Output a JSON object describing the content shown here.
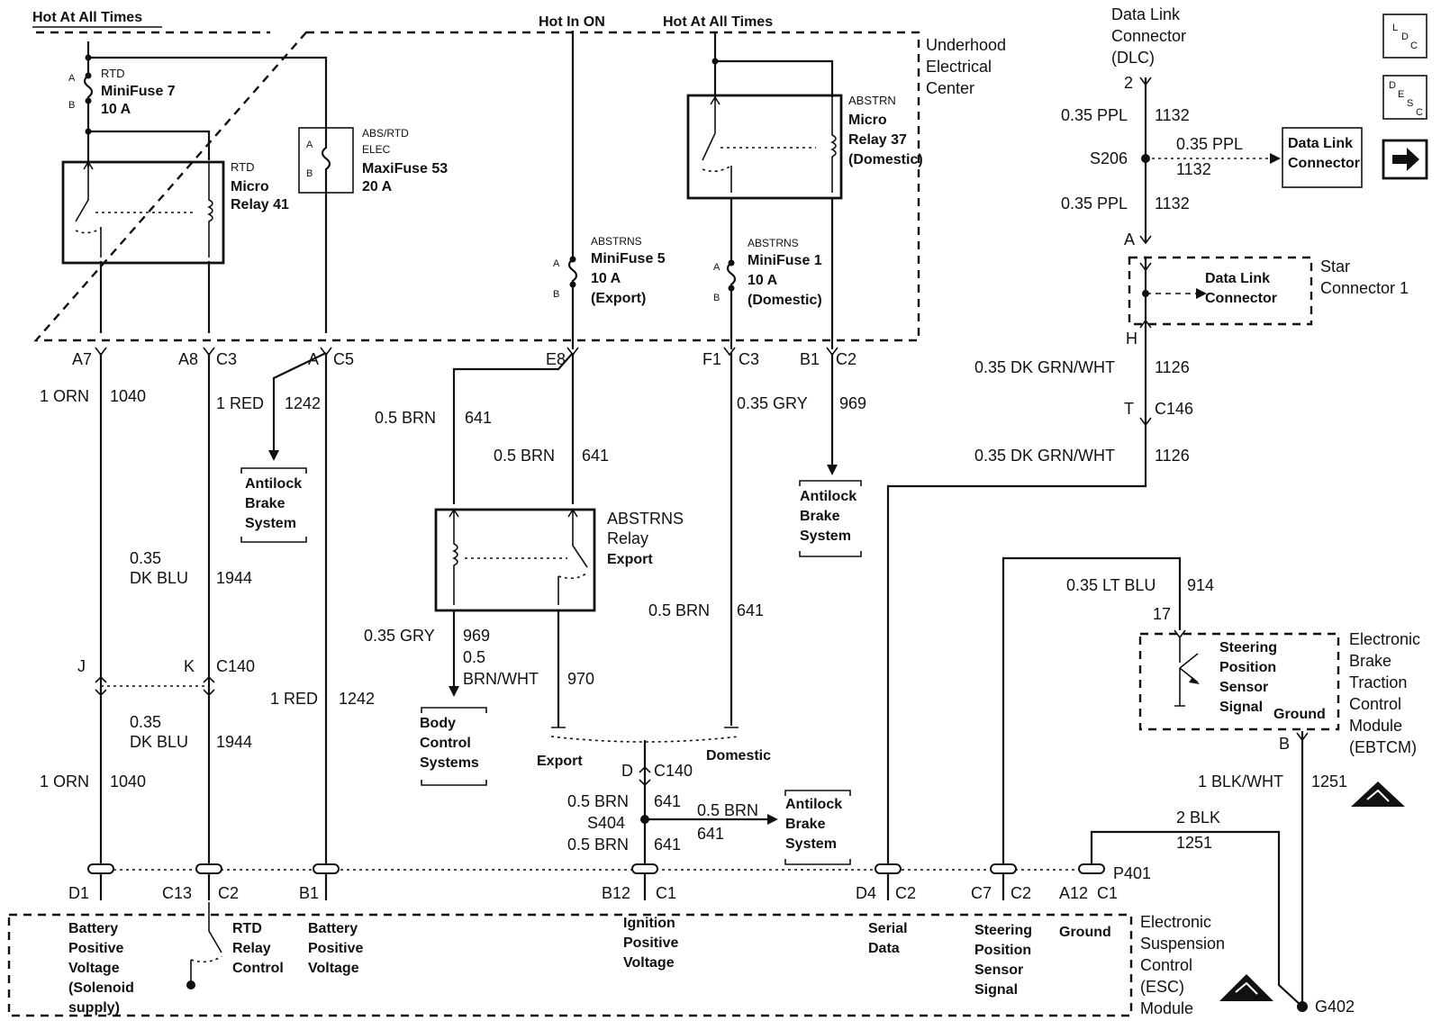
{
  "supply": {
    "hot_at_all_times": "Hot At All Times",
    "hot_in_on": "Hot In ON"
  },
  "uec": {
    "title": [
      "Underhood",
      "Electrical",
      "Center"
    ]
  },
  "fuses": {
    "rtd7": {
      "pin_a": "A",
      "pin_b": "B",
      "name": "RTD",
      "line1": "MiniFuse 7",
      "line2": "10 A"
    },
    "abs53": {
      "pin_a": "A",
      "pin_b": "B",
      "name1": "ABS/RTD",
      "name2": "ELEC",
      "line1": "MaxiFuse 53",
      "line2": "20 A"
    },
    "abstrns5": {
      "pin_a": "A",
      "pin_b": "B",
      "name": "ABSTRNS",
      "line1": "MiniFuse 5",
      "line2": "10 A",
      "line3": "(Export)"
    },
    "abstrns1": {
      "pin_a": "A",
      "pin_b": "B",
      "name": "ABSTRNS",
      "line1": "MiniFuse 1",
      "line2": "10 A",
      "line3": "(Domestic)"
    }
  },
  "relays": {
    "rtd41": [
      "RTD",
      "Micro",
      "Relay 41"
    ],
    "abstrn37": [
      "ABSTRN",
      "Micro",
      "Relay 37",
      "(Domestic)"
    ],
    "abstrns_export": [
      "ABSTRNS",
      "Relay",
      "Export"
    ]
  },
  "pins": {
    "a7": "A7",
    "a8": "A8",
    "c3a": "C3",
    "a": "A",
    "c5": "C5",
    "e8": "E8",
    "f1": "F1",
    "c3b": "C3",
    "b1": "B1",
    "c2": "C2",
    "j": "J",
    "k": "K",
    "c140": "C140",
    "d": "D",
    "c140b": "C140",
    "d1": "D1",
    "c13": "C13",
    "c2b": "C2",
    "b1b": "B1",
    "b12": "B12",
    "c1": "C1",
    "d4": "D4",
    "c2c": "C2",
    "c7": "C7",
    "c2d": "C2",
    "a12": "A12",
    "c1b": "C1",
    "p401": "P401",
    "dlc2": "2",
    "dlca": "A",
    "star_h": "H",
    "t": "T",
    "c146": "C146",
    "p17": "17",
    "pb": "B"
  },
  "wires": {
    "w1040a": {
      "size": "1 ORN",
      "circuit": "1040"
    },
    "w1040b": {
      "size": "1 ORN",
      "circuit": "1040"
    },
    "w1944a": {
      "size1": "0.35",
      "size2": "DK BLU",
      "circuit": "1944"
    },
    "w1944b": {
      "size1": "0.35",
      "size2": "DK BLU",
      "circuit": "1944"
    },
    "w1242a": {
      "size": "1 RED",
      "circuit": "1242"
    },
    "w1242b": {
      "size": "1 RED",
      "circuit": "1242"
    },
    "w641a": {
      "size": "0.5 BRN",
      "circuit": "641"
    },
    "w641b": {
      "size": "0.5 BRN",
      "circuit": "641"
    },
    "w641c": {
      "size": "0.5 BRN",
      "circuit": "641"
    },
    "w641d": {
      "size": "0.5 BRN",
      "circuit": "641"
    },
    "w641e": {
      "size": "0.5 BRN",
      "circuit": "641"
    },
    "w641f": {
      "size": "0.5 BRN",
      "circuit": "641"
    },
    "w969a": {
      "size": "0.35 GRY",
      "circuit": "969"
    },
    "w969b": {
      "size": "0.35 GRY",
      "circuit": "969"
    },
    "w970": {
      "size1": "0.5",
      "size2": "BRN/WHT",
      "circuit": "970"
    },
    "w1132a": {
      "size": "0.35 PPL",
      "circuit": "1132"
    },
    "w1132b": {
      "size": "0.35 PPL",
      "circuit": "1132"
    },
    "w1132c": {
      "size": "0.35 PPL",
      "circuit": "1132"
    },
    "w1126a": {
      "size": "0.35 DK GRN/WHT",
      "circuit": "1126"
    },
    "w1126b": {
      "size": "0.35 DK GRN/WHT",
      "circuit": "1126"
    },
    "w914": {
      "size": "0.35 LT BLU",
      "circuit": "914"
    },
    "w1251a": {
      "size": "1 BLK/WHT",
      "circuit": "1251"
    },
    "w1251b": {
      "size": "2 BLK",
      "circuit": "1251"
    }
  },
  "splices": {
    "s404": "S404",
    "s206": "S206"
  },
  "ground": {
    "g402": "G402"
  },
  "systems": {
    "abs1": [
      "Antilock",
      "Brake",
      "System"
    ],
    "abs2": [
      "Antilock",
      "Brake",
      "System"
    ],
    "abs3": [
      "Antilock",
      "Brake",
      "System"
    ],
    "bcs": [
      "Body",
      "Control",
      "Systems"
    ],
    "dlc_box": [
      "Data Link",
      "Connector"
    ],
    "star_inner": [
      "Data Link",
      "Connector"
    ]
  },
  "labels": {
    "export": "Export",
    "domestic": "Domestic",
    "dlc_title": [
      "Data Link",
      "Connector",
      "(DLC)"
    ],
    "star_title": [
      "Star",
      "Connector 1"
    ],
    "ebtcm": [
      "Electronic",
      "Brake",
      "Traction",
      "Control",
      "Module",
      "(EBTCM)"
    ],
    "sps": [
      "Steering",
      "Position",
      "Sensor",
      "Signal"
    ],
    "ebtcm_ground": "Ground",
    "esc_title": [
      "Electronic",
      "Suspension",
      "Control",
      "(ESC)",
      "Module"
    ]
  },
  "esc_pins": {
    "d1": [
      "Battery",
      "Positive",
      "Voltage",
      "(Solenoid",
      "supply)"
    ],
    "c13": [
      "RTD",
      "Relay",
      "Control"
    ],
    "b1": [
      "Battery",
      "Positive",
      "Voltage"
    ],
    "b12": [
      "Ignition",
      "Positive",
      "Voltage"
    ],
    "d4": [
      "Serial",
      "Data"
    ],
    "c7": [
      "Steering",
      "Position",
      "Sensor",
      "Signal"
    ],
    "a12": [
      "Ground"
    ]
  },
  "icons": {
    "ldc": [
      "L",
      "D",
      "C"
    ],
    "desc": [
      "D",
      "E",
      "S",
      "C"
    ]
  }
}
